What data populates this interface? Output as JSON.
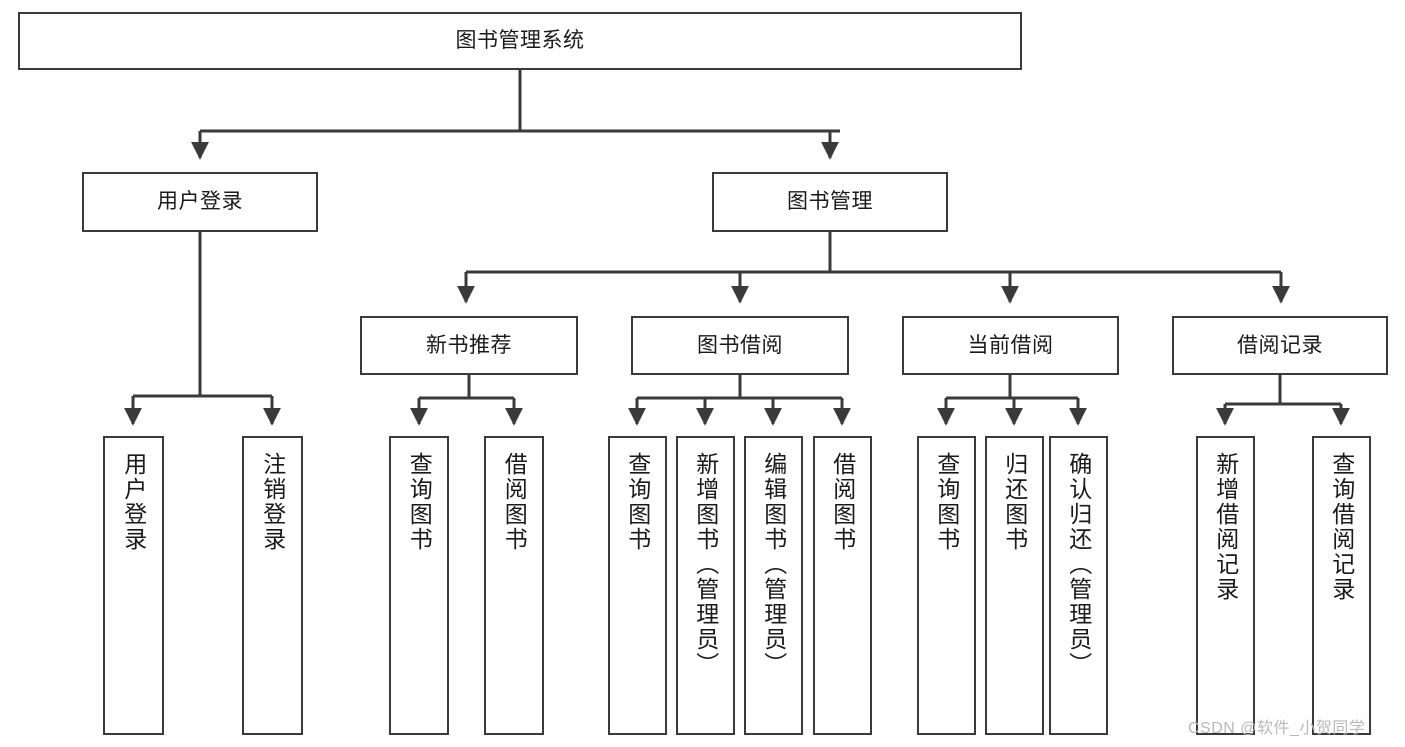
{
  "diagram": {
    "title": "图书管理系统",
    "type": "tree",
    "watermark": "CSDN @软件_小贺同学",
    "colors": {
      "box_border": "#3a3a3a",
      "box_fill": "#ffffff",
      "edge": "#3a3a3a",
      "text": "#1a1a1a",
      "watermark": "#b9b9b9",
      "background": "#ffffff"
    },
    "nodes": {
      "root": {
        "label": "图书管理系统"
      },
      "level1": [
        {
          "id": "user-login",
          "label": "用户登录"
        },
        {
          "id": "book-management",
          "label": "图书管理"
        }
      ],
      "level2": [
        {
          "id": "new-book-recommend",
          "label": "新书推荐",
          "parent": "book-management"
        },
        {
          "id": "book-borrow",
          "label": "图书借阅",
          "parent": "book-management"
        },
        {
          "id": "current-borrow",
          "label": "当前借阅",
          "parent": "book-management"
        },
        {
          "id": "borrow-record",
          "label": "借阅记录",
          "parent": "book-management"
        }
      ],
      "leaves": [
        {
          "id": "leaf-user-login",
          "label": "用户登录",
          "parent": "user-login"
        },
        {
          "id": "leaf-logout-login",
          "label": "注销登录",
          "parent": "user-login"
        },
        {
          "id": "leaf-query-book-1",
          "label": "查询图书",
          "parent": "new-book-recommend"
        },
        {
          "id": "leaf-borrow-book-1",
          "label": "借阅图书",
          "parent": "new-book-recommend"
        },
        {
          "id": "leaf-query-book-2",
          "label": "查询图书",
          "parent": "book-borrow"
        },
        {
          "id": "leaf-add-book",
          "label": "新增图书（管理员）",
          "parent": "book-borrow"
        },
        {
          "id": "leaf-edit-book",
          "label": "编辑图书（管理员）",
          "parent": "book-borrow"
        },
        {
          "id": "leaf-borrow-book-2",
          "label": "借阅图书",
          "parent": "book-borrow"
        },
        {
          "id": "leaf-query-book-3",
          "label": "查询图书",
          "parent": "current-borrow"
        },
        {
          "id": "leaf-return-book",
          "label": "归还图书",
          "parent": "current-borrow"
        },
        {
          "id": "leaf-confirm-return",
          "label": "确认归还（管理员）",
          "parent": "current-borrow"
        },
        {
          "id": "leaf-add-record",
          "label": "新增借阅记录",
          "parent": "borrow-record"
        },
        {
          "id": "leaf-query-record",
          "label": "查询借阅记录",
          "parent": "borrow-record"
        }
      ]
    }
  }
}
